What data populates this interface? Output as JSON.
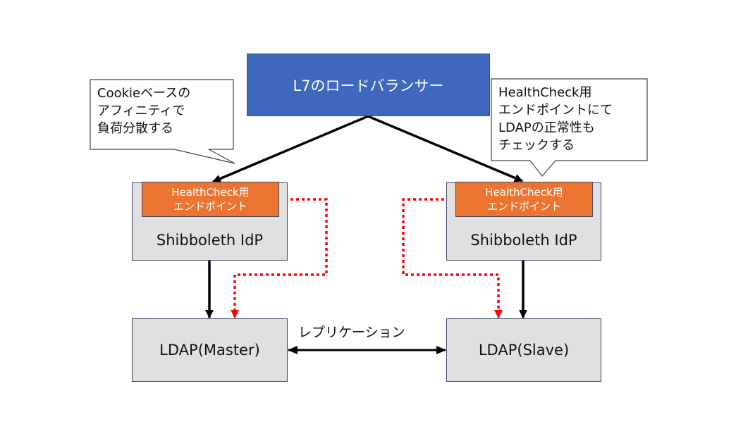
{
  "load_balancer": {
    "label": "L7のロードバランサー"
  },
  "callouts": {
    "left": [
      "Cookieベースの",
      "アフィニティで",
      "負荷分散する"
    ],
    "right": [
      "HealthCheck用",
      "エンドポイントにて",
      "LDAPの正常性も",
      "チェックする"
    ]
  },
  "idp_left": {
    "label": "Shibboleth IdP",
    "endpoint": [
      "HealthCheck用",
      "エンドポイント"
    ]
  },
  "idp_right": {
    "label": "Shibboleth IdP",
    "endpoint": [
      "HealthCheck用",
      "エンドポイント"
    ]
  },
  "ldap_master": {
    "label": "LDAP(Master)"
  },
  "ldap_slave": {
    "label": "LDAP(Slave)"
  },
  "replication": {
    "label": "レプリケーション"
  },
  "colors": {
    "lb": "#3f68bf",
    "endpoint": "#eb7530",
    "node": "#e0e0e0",
    "healthcheck_line": "#ff0000"
  }
}
